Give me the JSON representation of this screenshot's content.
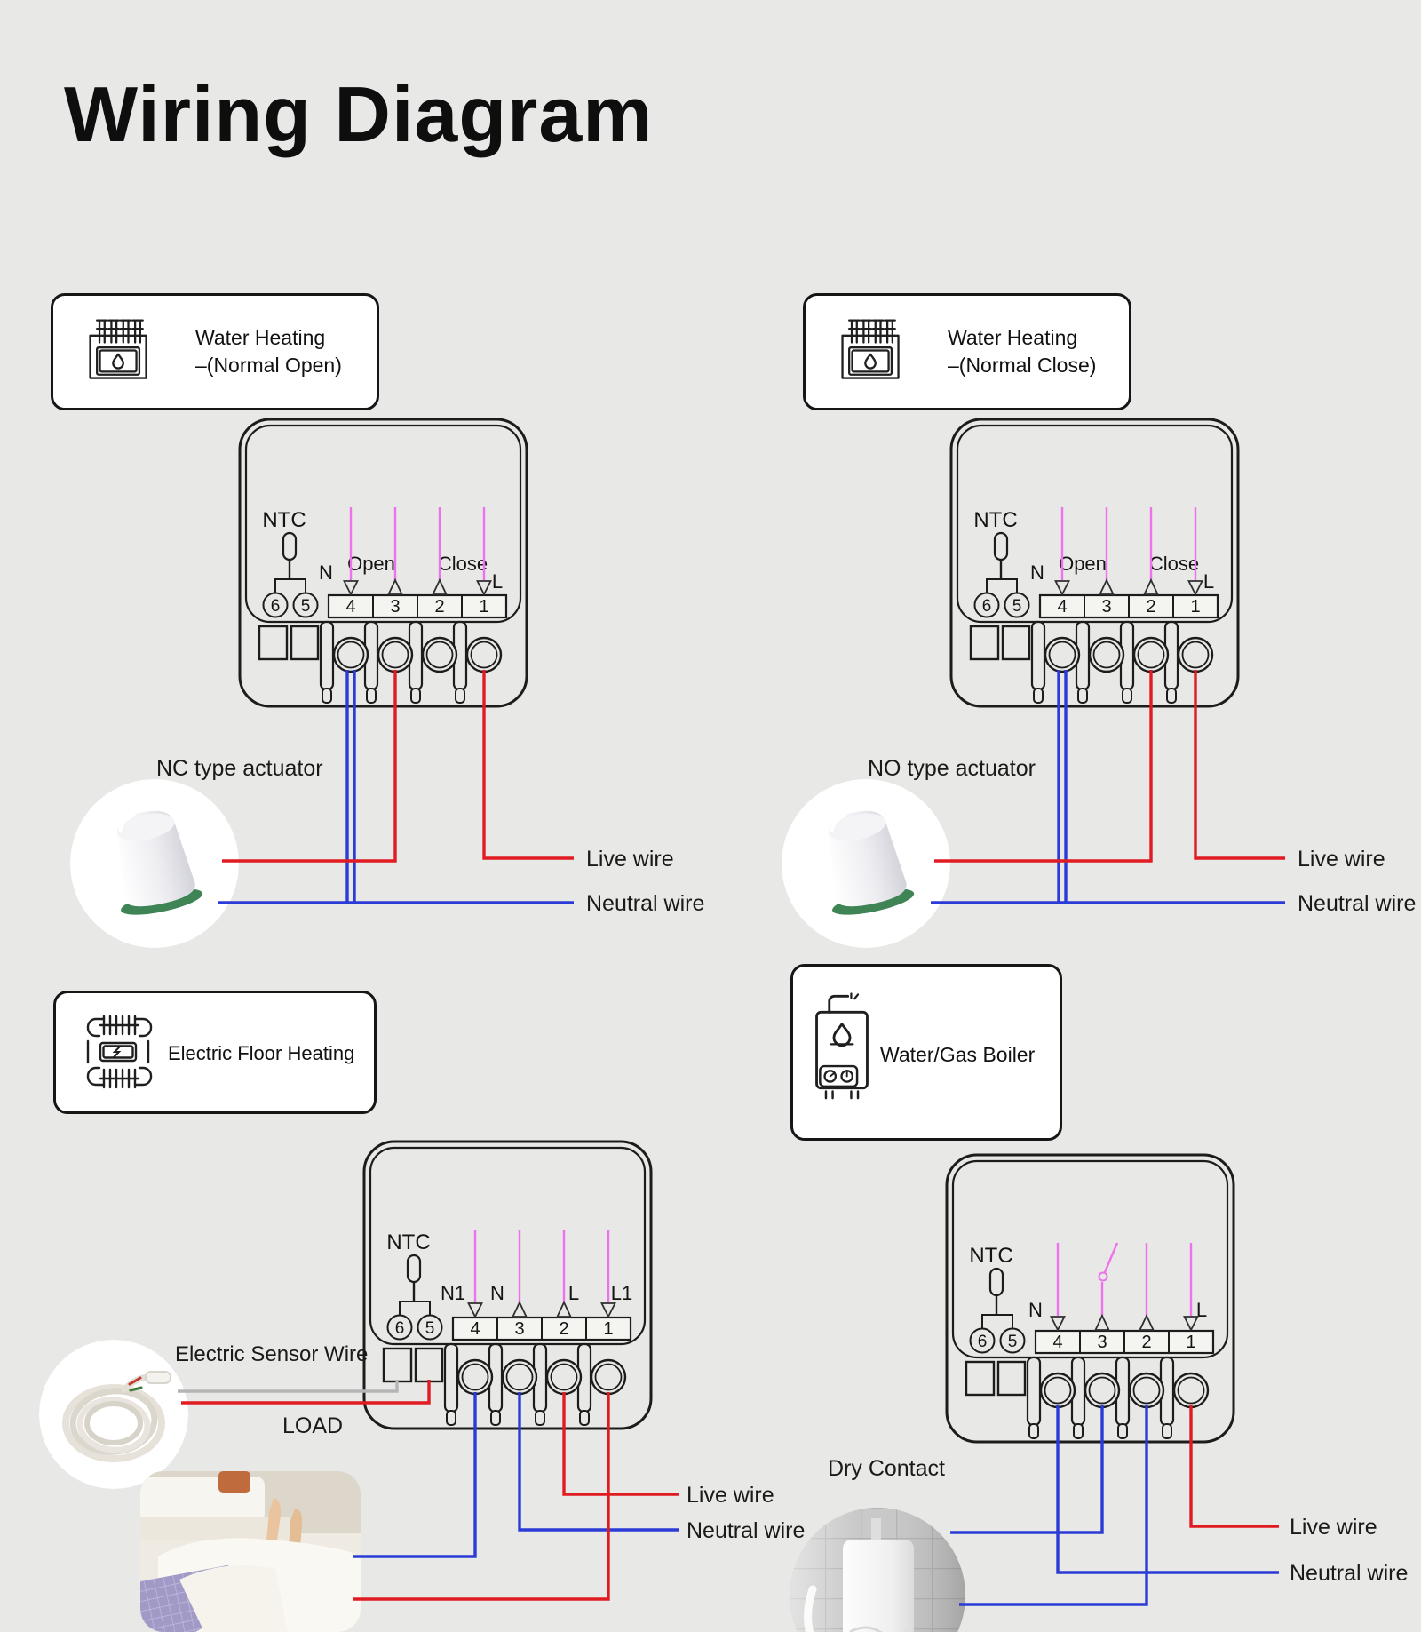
{
  "page": {
    "title": "Wiring Diagram"
  },
  "colors": {
    "background": "#e8e8e6",
    "outline": "#1c1c1c",
    "live_wire": "#e11b22",
    "neutral_wire": "#2b3bd5",
    "signal_line": "#ee72ee",
    "sensor_lead_gray": "#b5b5b5"
  },
  "diagrams": [
    {
      "id": "water-heating-normal-open",
      "card": {
        "icon": "water-heating-manifold-icon",
        "line1": "Water Heating",
        "line2": "–(Normal Open)"
      },
      "device": {
        "ntc_label": "NTC",
        "left_terminals": [
          "6",
          "5"
        ],
        "terminal_cells": [
          "4",
          "3",
          "2",
          "1"
        ],
        "top_labels": [
          "N",
          "Open",
          "Close",
          "L"
        ]
      },
      "notes": {
        "actuator": "NC type actuator",
        "live": "Live wire",
        "neutral": "Neutral wire"
      }
    },
    {
      "id": "water-heating-normal-close",
      "card": {
        "icon": "water-heating-manifold-icon",
        "line1": "Water Heating",
        "line2": "–(Normal Close)"
      },
      "device": {
        "ntc_label": "NTC",
        "left_terminals": [
          "6",
          "5"
        ],
        "terminal_cells": [
          "4",
          "3",
          "2",
          "1"
        ],
        "top_labels": [
          "N",
          "Open",
          "Close",
          "L"
        ]
      },
      "notes": {
        "actuator": "NO type actuator",
        "live": "Live wire",
        "neutral": "Neutral wire"
      }
    },
    {
      "id": "electric-floor-heating",
      "card": {
        "icon": "floor-heating-coil-icon",
        "line1": "Electric Floor Heating"
      },
      "device": {
        "ntc_label": "NTC",
        "left_terminals": [
          "6",
          "5"
        ],
        "terminal_cells": [
          "4",
          "3",
          "2",
          "1"
        ],
        "top_labels": [
          "N1",
          "N",
          "L",
          "L1"
        ]
      },
      "notes": {
        "sensor": "Electric Sensor Wire",
        "load": "LOAD",
        "live": "Live wire",
        "neutral": "Neutral wire"
      }
    },
    {
      "id": "water-gas-boiler",
      "card": {
        "icon": "boiler-icon",
        "line1": "Water/Gas Boiler"
      },
      "device": {
        "ntc_label": "NTC",
        "left_terminals": [
          "6",
          "5"
        ],
        "terminal_cells": [
          "4",
          "3",
          "2",
          "1"
        ],
        "top_labels": [
          "N",
          "L"
        ]
      },
      "notes": {
        "dry_contact": "Dry Contact",
        "live": "Live wire",
        "neutral": "Neutral wire"
      }
    }
  ]
}
